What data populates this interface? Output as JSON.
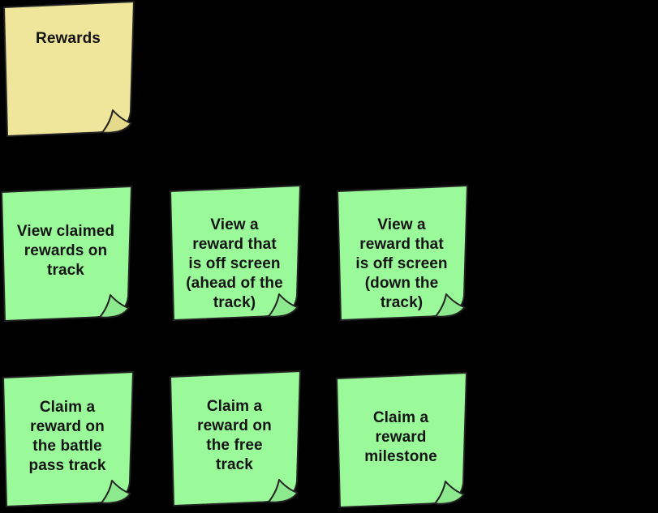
{
  "canvas": {
    "background_color": "#000000",
    "description": "sticky note diagram"
  },
  "palette": {
    "yellow_note": "#F0E69B",
    "yellow_flap": "#E5DA8A",
    "green_note": "#9AFA9A",
    "green_flap": "#8DE98D",
    "outline": "#222222",
    "text": "#141414"
  },
  "notes": [
    {
      "id": "rewards",
      "color": "yellow",
      "text": "Rewards"
    },
    {
      "id": "view-claimed-rewards-on-track",
      "color": "green",
      "text": "View claimed\nrewards on\ntrack"
    },
    {
      "id": "view-reward-off-screen-ahead",
      "color": "green",
      "text": "View a\nreward that\nis off screen\n(ahead of the\ntrack)"
    },
    {
      "id": "view-reward-off-screen-down",
      "color": "green",
      "text": "View a\nreward that\nis off screen\n(down the\ntrack)"
    },
    {
      "id": "claim-reward-battle-pass-track",
      "color": "green",
      "text": "Claim a\nreward on\nthe battle\npass track"
    },
    {
      "id": "claim-reward-free-track",
      "color": "green",
      "text": "Claim a\nreward on\nthe free\ntrack"
    },
    {
      "id": "claim-reward-milestone",
      "color": "green",
      "text": "Claim a\nreward\nmilestone"
    }
  ]
}
